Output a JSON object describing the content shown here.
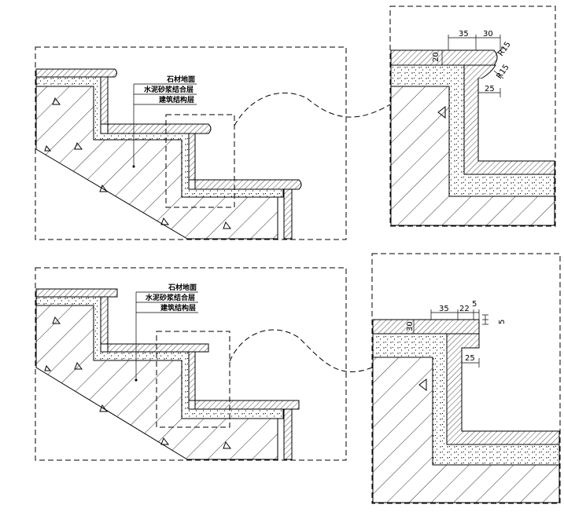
{
  "colors": {
    "line": "#000000",
    "background": "#ffffff"
  },
  "top_detail": {
    "labels": [
      "石材地面",
      "水泥砂浆结合层",
      "建筑结构层"
    ],
    "dims": {
      "d35": "35",
      "d30": "30",
      "d20": "20",
      "r15a": "R15",
      "r15b": "R15",
      "d25": "25"
    }
  },
  "bottom_detail": {
    "labels": [
      "石材地面",
      "水泥砂浆结合层",
      "建筑结构层"
    ],
    "dims": {
      "d35": "35",
      "d22": "22",
      "d5": "5",
      "d5v": "5",
      "d30": "30",
      "d25": "25"
    }
  }
}
